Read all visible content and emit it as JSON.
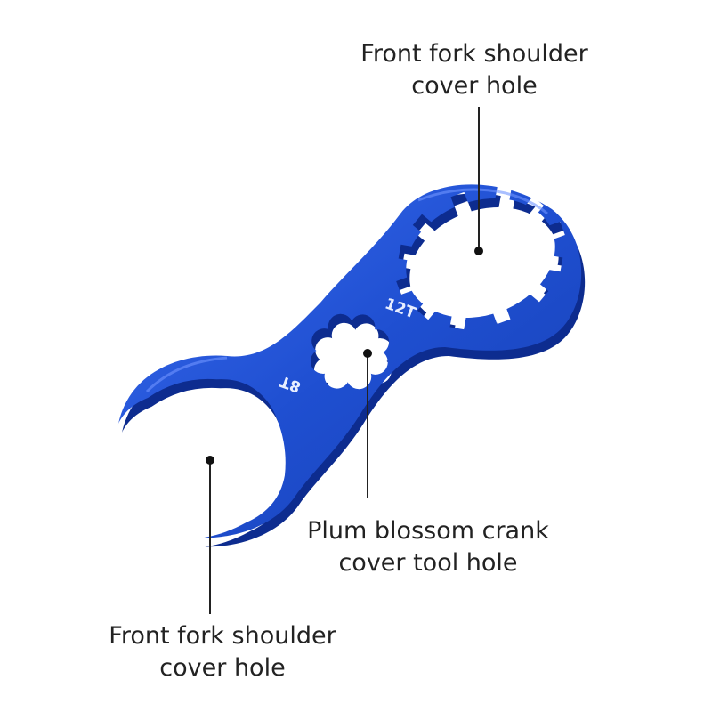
{
  "image": {
    "background": "#ffffff",
    "tool_color": "#1f4fd1",
    "tool_edge_color": "#0d2c8f",
    "tool_highlight": "#5a86ff"
  },
  "engravings": {
    "large_hole": "12T",
    "small_hole": "8T"
  },
  "callouts": {
    "top": {
      "line1": "Front fork shoulder",
      "line2": "cover hole"
    },
    "middle": {
      "line1": "Plum blossom crank",
      "line2": "cover tool hole"
    },
    "bottom": {
      "line1": "Front fork shoulder",
      "line2": "cover hole"
    }
  }
}
